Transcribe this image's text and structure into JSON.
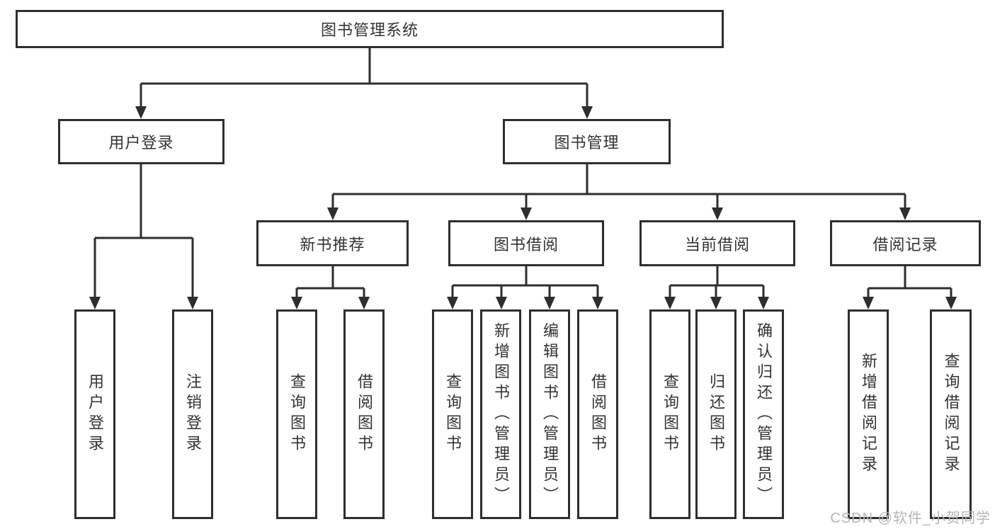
{
  "diagram": {
    "root": {
      "label": "图书管理系统"
    },
    "level1": [
      {
        "label": "用户登录"
      },
      {
        "label": "图书管理"
      }
    ],
    "level2": [
      {
        "label": "新书推荐"
      },
      {
        "label": "图书借阅"
      },
      {
        "label": "当前借阅"
      },
      {
        "label": "借阅记录"
      }
    ],
    "leaves": {
      "user_login": [
        {
          "label": "用户登录"
        },
        {
          "label": "注销登录"
        }
      ],
      "new_book": [
        {
          "label": "查询图书"
        },
        {
          "label": "借阅图书"
        }
      ],
      "book_borrow": [
        {
          "label": "查询图书"
        },
        {
          "label": "新增图书（管理员）"
        },
        {
          "label": "编辑图书（管理员）"
        },
        {
          "label": "借阅图书"
        }
      ],
      "current_borrow": [
        {
          "label": "查询图书"
        },
        {
          "label": "归还图书"
        },
        {
          "label": "确认归还（管理员）"
        }
      ],
      "borrow_record": [
        {
          "label": "新增借阅记录"
        },
        {
          "label": "查询借阅记录"
        }
      ]
    }
  },
  "watermark": {
    "text": "CSDN @软件_小贺同学"
  },
  "colors": {
    "line": "#2e2e2e",
    "text": "#333333",
    "watermark": "#b6b6b6",
    "background": "#ffffff"
  }
}
